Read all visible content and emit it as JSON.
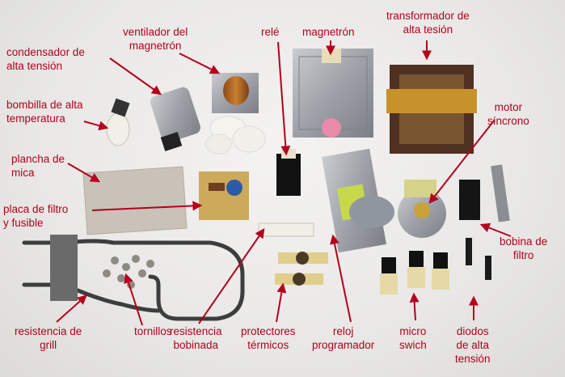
{
  "labels": {
    "condensador": "condensador de\nalta tensión",
    "ventilador": "ventilador del\nmagnetrón",
    "rele": "relé",
    "magnetron": "magnetrón",
    "transformador": "transformador de\nalta tesión",
    "bombilla": "bombilla de alta\ntemperatura",
    "motor": "motor\nsíncrono",
    "plancha": "plancha de\nmica",
    "placa": "placa de filtro\ny fusible",
    "bobina": "bobina de\nfiltro",
    "resistencia_grill": "resistencia de\ngrill",
    "tornillos": "tornillos",
    "resistencia_bobinada": "resistencia\nbobinada",
    "protectores": "protectores\ntérmicos",
    "reloj": "reloj\nprogramador",
    "micro": "micro\nswich",
    "diodos": "diodos\nde alta\ntensión"
  },
  "colors": {
    "label": "#b3001e",
    "arrow": "#b3001e",
    "background": "#ecebea"
  }
}
